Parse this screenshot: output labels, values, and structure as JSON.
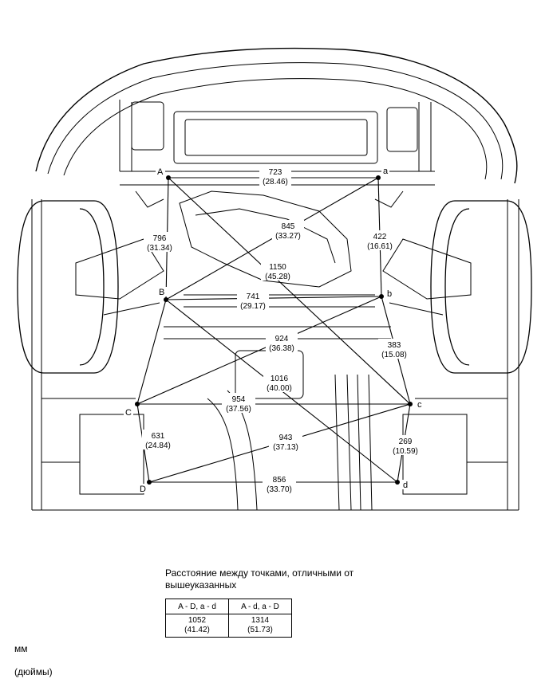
{
  "points": {
    "A": "A",
    "a": "a",
    "B": "B",
    "b": "b",
    "C": "C",
    "c": "c",
    "D": "D",
    "d": "d"
  },
  "measurements": {
    "a_a": {
      "mm": "723",
      "in": "(28.46)"
    },
    "A_b": {
      "mm": "845",
      "in": "(33.27)"
    },
    "A_B": {
      "mm": "796",
      "in": "(31.34)"
    },
    "a_b": {
      "mm": "422",
      "in": "(16.61)"
    },
    "A_c": {
      "mm": "1150",
      "in": "(45.28)"
    },
    "B_b": {
      "mm": "741",
      "in": "(29.17)"
    },
    "b_C": {
      "mm": "924",
      "in": "(36.38)"
    },
    "b_c": {
      "mm": "383",
      "in": "(15.08)"
    },
    "B_d": {
      "mm": "1016",
      "in": "(40.00)"
    },
    "C_c": {
      "mm": "954",
      "in": "(37.56)"
    },
    "D_c": {
      "mm": "943",
      "in": "(37.13)"
    },
    "C_D": {
      "mm": "631",
      "in": "(24.84)"
    },
    "c_d": {
      "mm": "269",
      "in": "(10.59)"
    },
    "D_d": {
      "mm": "856",
      "in": "(33.70)"
    }
  },
  "note": "Расстояние между точками, отличными от вышеуказанных",
  "table": {
    "headers": [
      "A - D, a - d",
      "A - d, a - D"
    ],
    "values_mm": [
      "1052",
      "1314"
    ],
    "values_in": [
      "(41.42)",
      "(51.73)"
    ]
  },
  "units": {
    "mm": "мм",
    "in": "(дюймы)"
  }
}
